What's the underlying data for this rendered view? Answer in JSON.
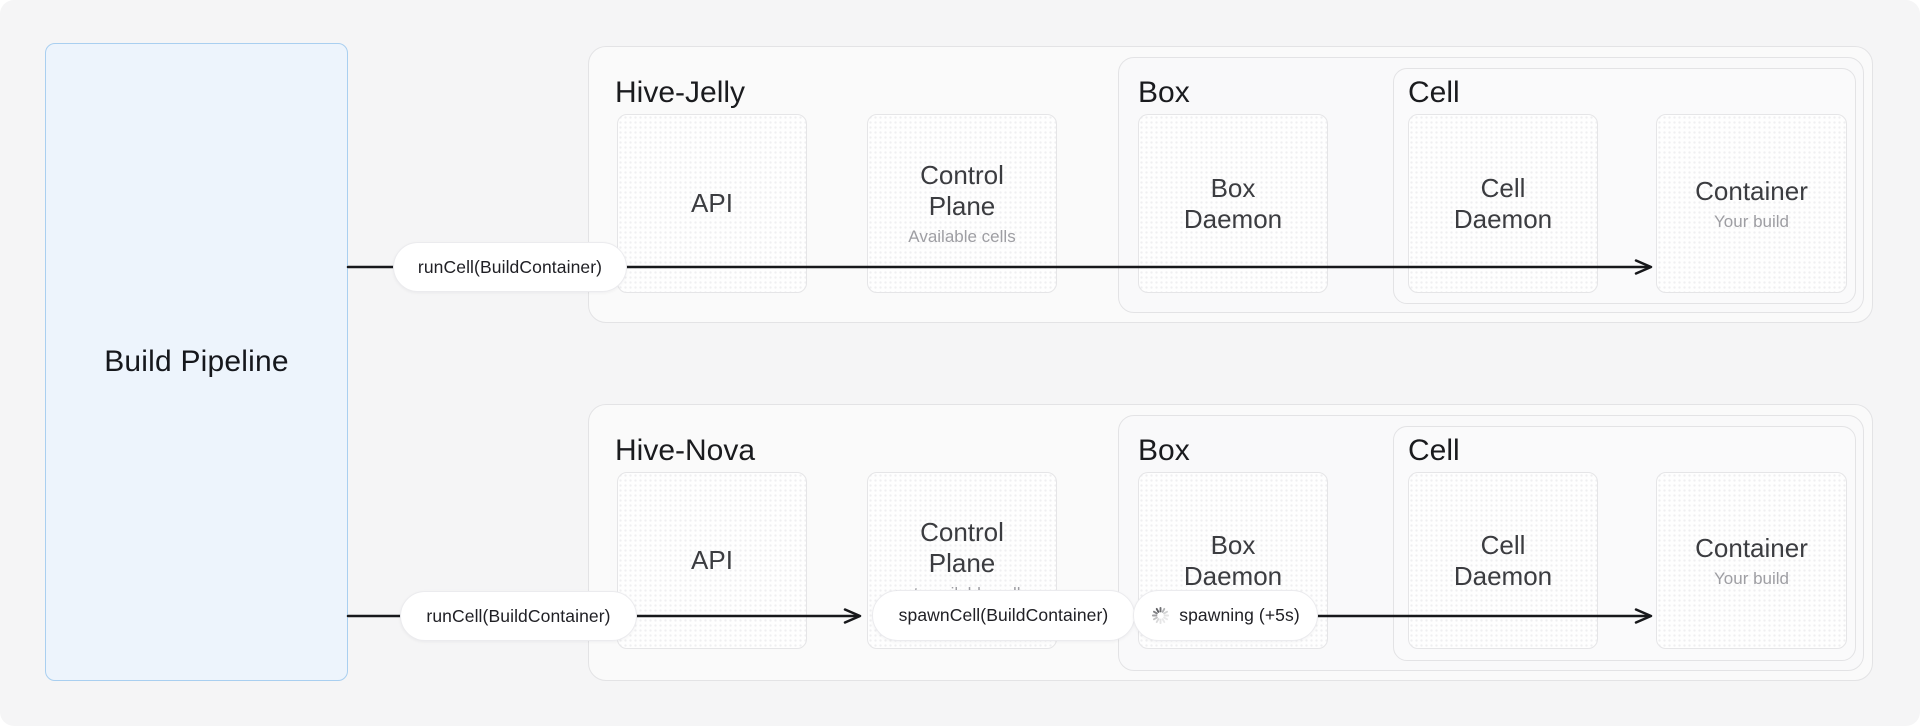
{
  "pipeline": {
    "title": "Build Pipeline"
  },
  "colors": {
    "pipeline_card_fill": "#edf4fc",
    "pipeline_card_border": "#a9cff0",
    "arrow": "#17181b",
    "muted_text": "#9e9ea3"
  },
  "hives": [
    {
      "name": "Hive-Jelly",
      "api": {
        "label": "API"
      },
      "control_plane": {
        "title": "Control\nPlane",
        "status": "Available cells"
      },
      "box": {
        "name": "Box",
        "daemon": {
          "label": "Box\nDaemon"
        },
        "cell": {
          "name": "Cell",
          "daemon": {
            "label": "Cell\nDaemon"
          },
          "container": {
            "label": "Container",
            "subtitle": "Your build"
          }
        }
      },
      "flow": {
        "run_call": "runCell(BuildContainer)"
      }
    },
    {
      "name": "Hive-Nova",
      "api": {
        "label": "API"
      },
      "control_plane": {
        "title": "Control\nPlane",
        "status": "not available cells"
      },
      "box": {
        "name": "Box",
        "daemon": {
          "label": "Box\nDaemon"
        },
        "cell": {
          "name": "Cell",
          "daemon": {
            "label": "Cell\nDaemon"
          },
          "container": {
            "label": "Container",
            "subtitle": "Your build"
          }
        }
      },
      "flow": {
        "run_call": "runCell(BuildContainer)",
        "spawn_call": "spawnCell(BuildContainer)",
        "spawning_status": "spawning (+5s)",
        "spawning_icon": "spinner"
      }
    }
  ]
}
